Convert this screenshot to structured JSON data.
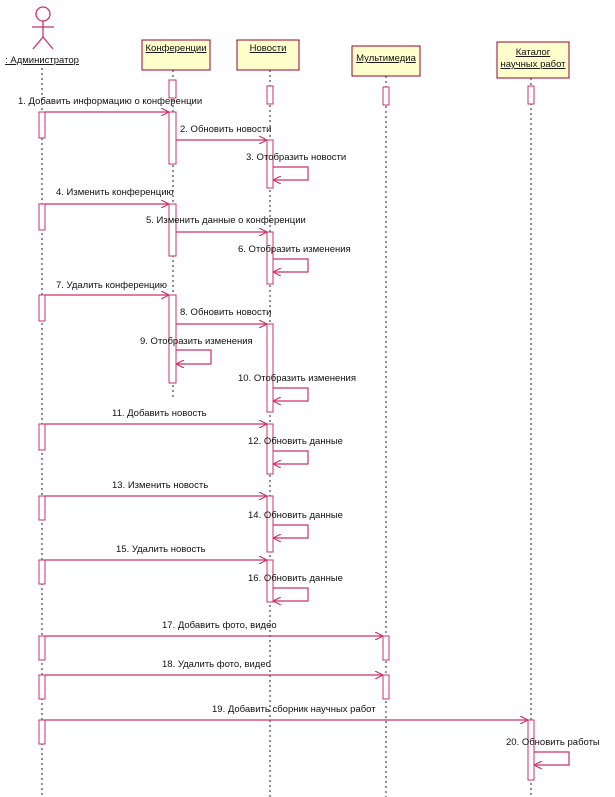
{
  "actor": {
    "name": ": Администратор"
  },
  "objects": [
    {
      "id": "conf",
      "lines": [
        "Конференции"
      ]
    },
    {
      "id": "news",
      "lines": [
        "Новости"
      ]
    },
    {
      "id": "media",
      "lines": [
        "Мультимедиа"
      ]
    },
    {
      "id": "catalog",
      "lines": [
        "Каталог",
        "научных работ"
      ]
    }
  ],
  "messages": [
    {
      "text": "1. Добавить информацию о конференции",
      "from": "admin",
      "to": "conf"
    },
    {
      "text": "2. Обновить новости",
      "from": "conf",
      "to": "news"
    },
    {
      "text": "3. Отобразить новости",
      "from": "news",
      "to": "news"
    },
    {
      "text": "4. Изменить конференцию",
      "from": "admin",
      "to": "conf"
    },
    {
      "text": "5. Изменить данные о конференции",
      "from": "conf",
      "to": "news"
    },
    {
      "text": "6. Отобразить изменения",
      "from": "news",
      "to": "news"
    },
    {
      "text": "7. Удалить конференцию",
      "from": "admin",
      "to": "conf"
    },
    {
      "text": "8. Обновить новости",
      "from": "conf",
      "to": "news"
    },
    {
      "text": "9. Отобразить изменения",
      "from": "conf",
      "to": "conf"
    },
    {
      "text": "10. Отобразить изменения",
      "from": "news",
      "to": "news"
    },
    {
      "text": "11. Добавить новость",
      "from": "admin",
      "to": "news"
    },
    {
      "text": "12. Обновить данные",
      "from": "news",
      "to": "news"
    },
    {
      "text": "13. Изменить новость",
      "from": "admin",
      "to": "news"
    },
    {
      "text": "14. Обновить данные",
      "from": "news",
      "to": "news"
    },
    {
      "text": "15. Удалить новость",
      "from": "admin",
      "to": "news"
    },
    {
      "text": "16. Обновить данные",
      "from": "news",
      "to": "news"
    },
    {
      "text": "17. Добавить фото, видео",
      "from": "admin",
      "to": "media"
    },
    {
      "text": "18. Удалить фото, видео",
      "from": "admin",
      "to": "media"
    },
    {
      "text": "19. Добавить сборник научных работ",
      "from": "admin",
      "to": "catalog"
    },
    {
      "text": "20. Обновить работы",
      "from": "catalog",
      "to": "catalog"
    }
  ],
  "colors": {
    "object_fill": "#ffffcc",
    "object_border": "#990033",
    "message_line": "#cc3366",
    "activation_border": "#cc3366",
    "lifeline": "#222222",
    "text": "#111111"
  }
}
